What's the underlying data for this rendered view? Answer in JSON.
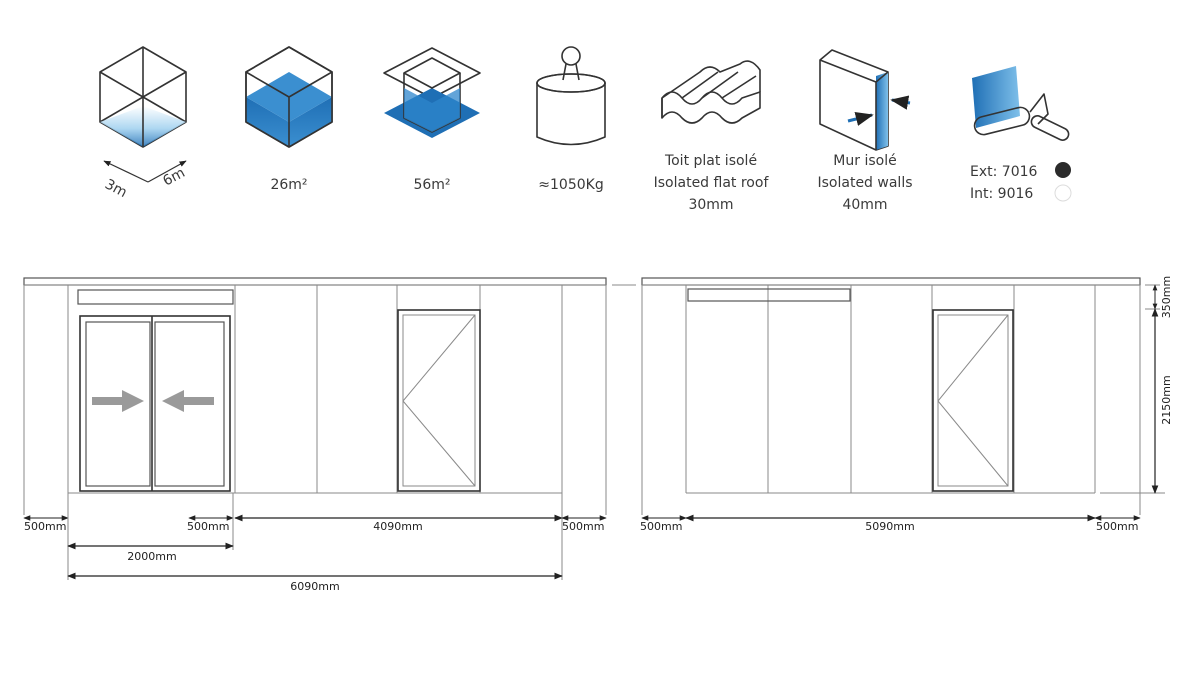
{
  "colors": {
    "accent": "#1f6fb5",
    "accent_light": "#9fd0ef",
    "ext_swatch": "#2b2b2b",
    "int_swatch": "#ffffff"
  },
  "features": {
    "dims_length": "6m",
    "dims_width": "3m",
    "area_26": "26m²",
    "area_56": "56m²",
    "weight": "≈1050Kg",
    "roof_line1": "Toit plat isolé",
    "roof_line2": "Isolated flat roof",
    "roof_line3": "30mm",
    "wall_line1": "Mur isolé",
    "wall_line2": "Isolated walls",
    "wall_line3": "40mm",
    "color_ext": "Ext: 7016",
    "color_int": "Int: 9016"
  },
  "icons": [
    "cube-floor-icon",
    "cube-volume-icon",
    "stacked-area-icon",
    "weight-icon",
    "flat-roof-icon",
    "wall-panel-icon",
    "paint-roller-icon"
  ],
  "dimensions": {
    "left_margin": "500mm",
    "left_door_gap": "500mm",
    "left_span": "4090mm",
    "left_right_margin": "500mm",
    "door_width": "2000mm",
    "total_left": "6090mm",
    "right_margin_left": "500mm",
    "right_span": "5090mm",
    "right_margin_right": "500mm",
    "roof_height": "350mm",
    "wall_height": "2150mm"
  }
}
